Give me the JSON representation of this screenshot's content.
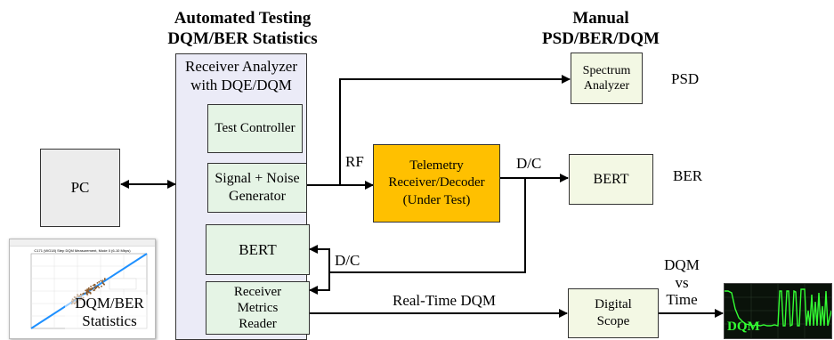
{
  "headers": {
    "automated_line1": "Automated Testing",
    "automated_line2": "DQM/BER Statistics",
    "manual_line1": "Manual",
    "manual_line2": "PSD/BER/DQM"
  },
  "receiver_analyzer": {
    "title_line1": "Receiver Analyzer",
    "title_line2": "with DQE/DQM",
    "test_controller": "Test Controller",
    "signal_noise_line1": "Signal + Noise",
    "signal_noise_line2": "Generator",
    "bert": "BERT",
    "metrics_line1": "Receiver",
    "metrics_line2": "Metrics",
    "metrics_line3": "Reader"
  },
  "pc": "PC",
  "telemetry": {
    "line1": "Telemetry",
    "line2": "Receiver/Decoder",
    "line3": "(Under Test)"
  },
  "spectrum_analyzer": {
    "line1": "Spectrum",
    "line2": "Analyzer"
  },
  "bert_right": "BERT",
  "digital_scope": {
    "line1": "Digital",
    "line2": "Scope"
  },
  "labels": {
    "rf": "RF",
    "dc_top": "D/C",
    "dc_bottom": "D/C",
    "psd": "PSD",
    "ber": "BER",
    "realtime_dqm": "Real-Time DQM",
    "dqm_vs_time_line1": "DQM",
    "dqm_vs_time_line2": "vs",
    "dqm_vs_time_line3": "Time"
  },
  "stats_inset": {
    "title": "C171 (WG18) Step DQM Measurement, Mode 0 (6-10 Mbps)",
    "caption_line1": "DQM/BER",
    "caption_line2": "Statistics"
  },
  "scope_inset": {
    "label": "DQM"
  },
  "colors": {
    "analyzer_fill": "#ebebf7",
    "inner_box_fill": "#e5f4e5",
    "telemetry_fill": "#ffc000",
    "right_box_fill": "#f3f8e4",
    "pc_fill": "#ececec",
    "scope_bg": "#0a120a",
    "scope_trace": "#33ff33",
    "fit_line": "#1e90ff",
    "scatter": "#8b5a2b"
  }
}
